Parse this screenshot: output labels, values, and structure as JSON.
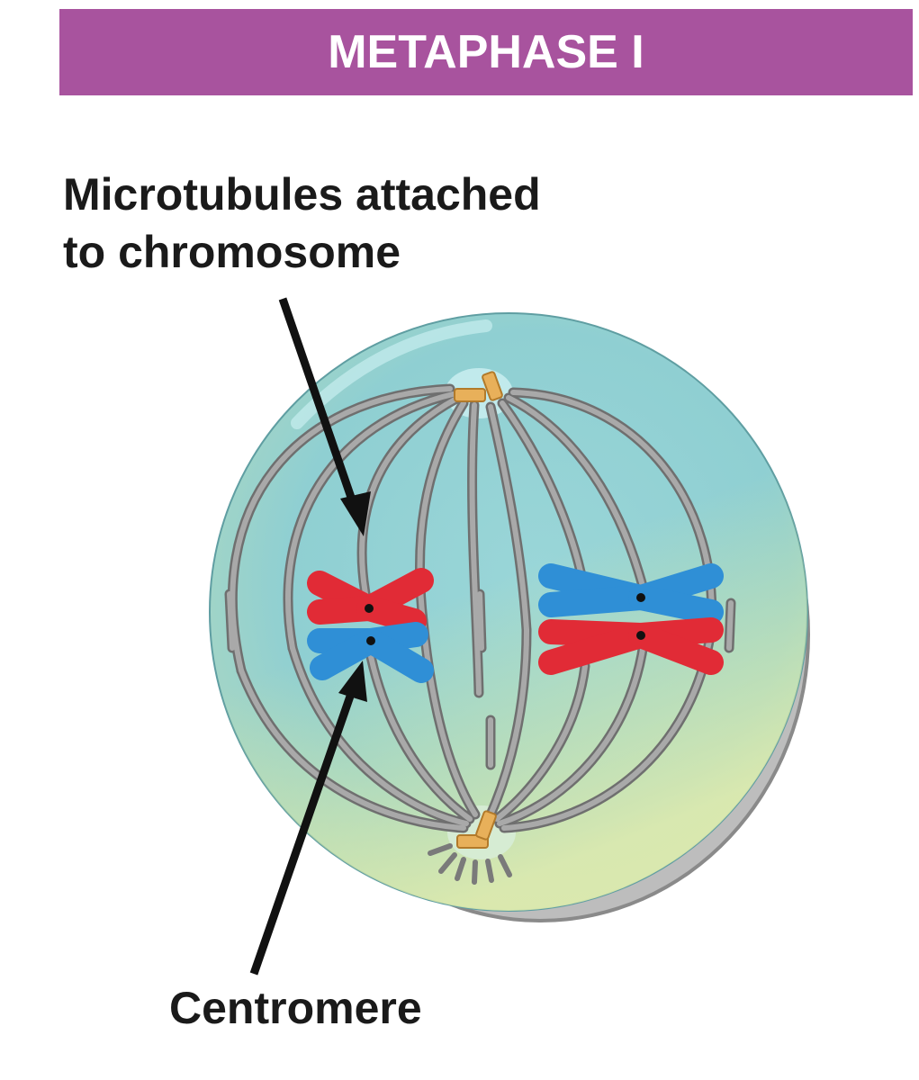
{
  "header": {
    "title": "METAPHASE I"
  },
  "labels": {
    "microtubules_line1": "Microtubules attached",
    "microtubules_line2": "to chromosome",
    "centromere": "Centromere"
  },
  "colors": {
    "banner": "#a8539e",
    "cell": "#8fd0d3",
    "cell_shadow": "#8a8a8a",
    "spindle_fiber": "#8c8c8c",
    "chromosome_red": "#e12b36",
    "chromosome_blue": "#2f8fd6",
    "centriole": "#e0a84b",
    "arrow": "#111111"
  }
}
